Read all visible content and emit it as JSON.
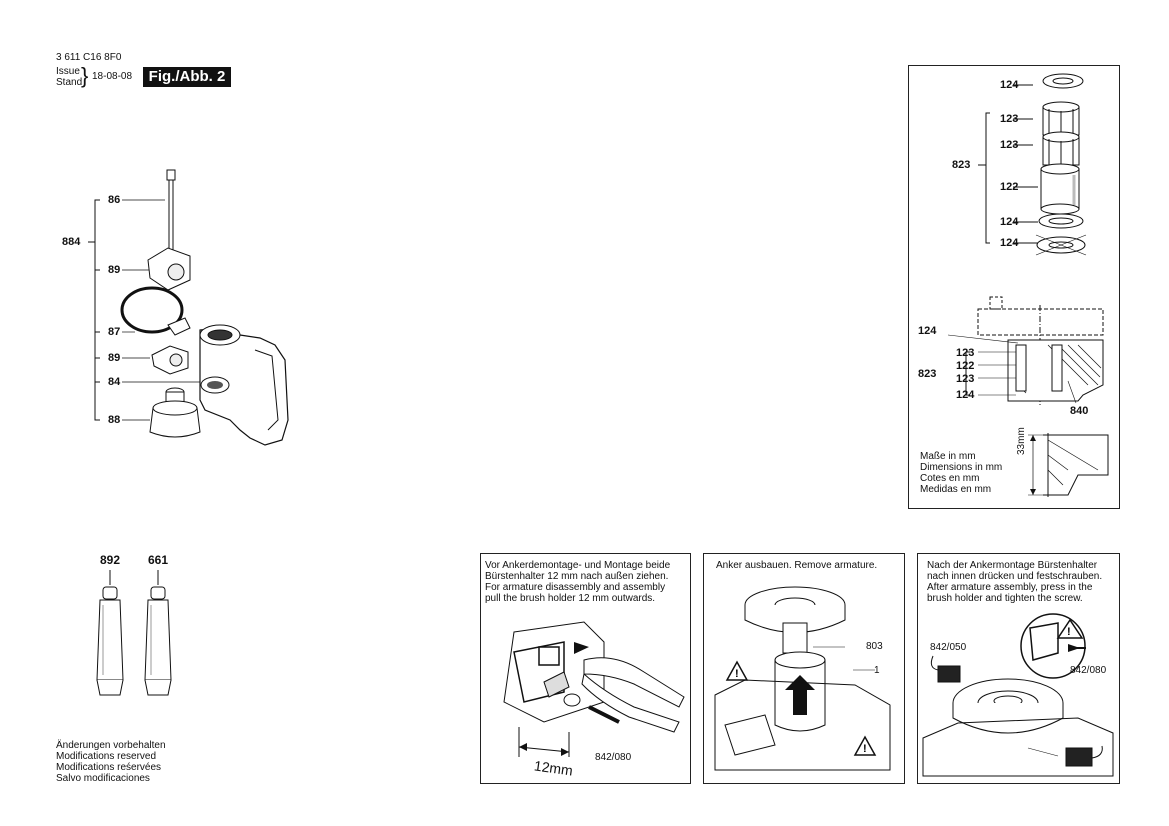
{
  "header": {
    "part_number": "3 611 C16 8F0",
    "issue_label": "Issue",
    "stand_label": "Stand",
    "date": "18-08-08",
    "fig_label": "Fig./Abb. 2"
  },
  "left_assembly": {
    "group_label": "884",
    "labels": [
      "86",
      "89",
      "87",
      "89",
      "84",
      "88"
    ]
  },
  "tubes": {
    "labels": [
      "892",
      "661"
    ]
  },
  "disclaimer": [
    "Änderungen vorbehalten",
    "Modifications reserved",
    "Modifications reśervées",
    "Salvo modificaciones"
  ],
  "right_panel": {
    "top_labels": [
      "124",
      "123",
      "123",
      "122",
      "124",
      "124"
    ],
    "top_group": "823",
    "bottom_labels": [
      "124",
      "123",
      "122",
      "123",
      "124"
    ],
    "bottom_group": "823",
    "label_840": "840",
    "dimension": "33mm",
    "units": [
      "Maße in mm",
      "Dimensions in mm",
      "Cotes en mm",
      "Medidas en mm"
    ]
  },
  "panel1": {
    "text": [
      "Vor Ankerdemontage- und Montage beide",
      "Bürstenhalter 12 mm nach außen ziehen.",
      "For armature disassembly and assembly",
      "pull the brush holder 12 mm outwards."
    ],
    "dim": "12mm",
    "part": "842/080"
  },
  "panel2": {
    "text": [
      "Anker ausbauen. Remove armature."
    ],
    "part": "803",
    "ref": "1"
  },
  "panel3": {
    "text": [
      "Nach der Ankermontage Bürstenhalter",
      "nach innen drücken und festschrauben.",
      "After armature assembly, press in the",
      "brush holder and tighten the screw."
    ],
    "part_a": "842/050",
    "part_b": "842/080"
  }
}
